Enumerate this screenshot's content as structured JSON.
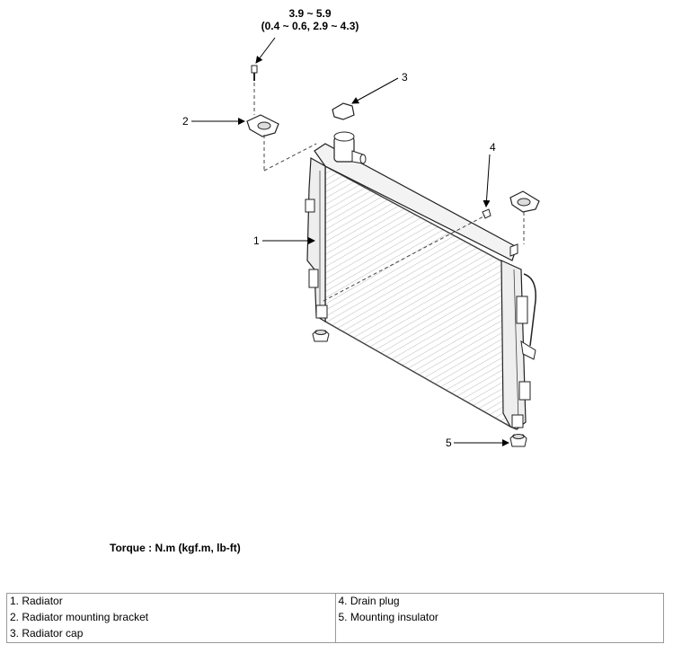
{
  "torque_spec": {
    "nm": "3.9 ~ 5.9",
    "alt": "(0.4 ~ 0.6, 2.9 ~ 4.3)"
  },
  "callouts": [
    "1",
    "2",
    "3",
    "4",
    "5"
  ],
  "torque_note": "Torque : N.m (kgf.m, lb-ft)",
  "legend": {
    "left": [
      "1. Radiator",
      "2. Radiator mounting bracket",
      "3. Radiator cap"
    ],
    "right": [
      "4. Drain plug",
      "5. Mounting insulator",
      ""
    ]
  }
}
